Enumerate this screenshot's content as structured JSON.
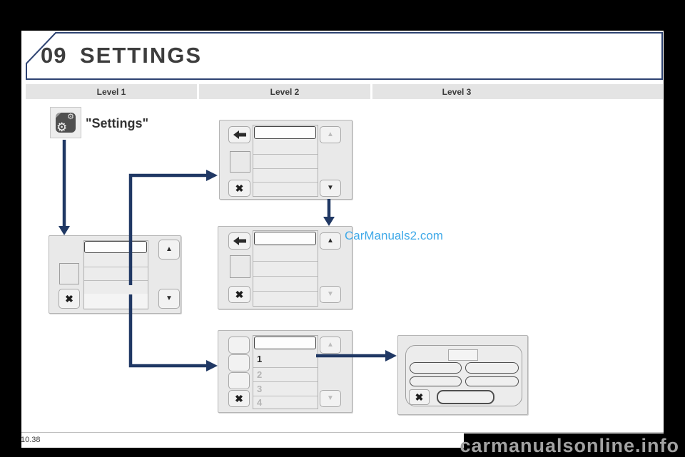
{
  "header": {
    "chapter": "09",
    "title": "SETTINGS"
  },
  "level_bar": {
    "levels": [
      "Level 1",
      "Level 2",
      "Level 3"
    ]
  },
  "menu": {
    "label": "\"Settings\"",
    "icon": "gear"
  },
  "glyphs": {
    "up": "▲",
    "down": "▼",
    "close": "✖",
    "gear": "⚙"
  },
  "panel4": {
    "items": [
      "1",
      "2",
      "3",
      "4"
    ]
  },
  "watermarks": {
    "car_manuals": "CarManuals2.com",
    "site": "carmanualsonline.info"
  },
  "footer": {
    "page": "10.38"
  },
  "colors": {
    "arrow": "#203864",
    "header_border": "#2e4372",
    "watermark_blue": "#3fa9e8"
  }
}
